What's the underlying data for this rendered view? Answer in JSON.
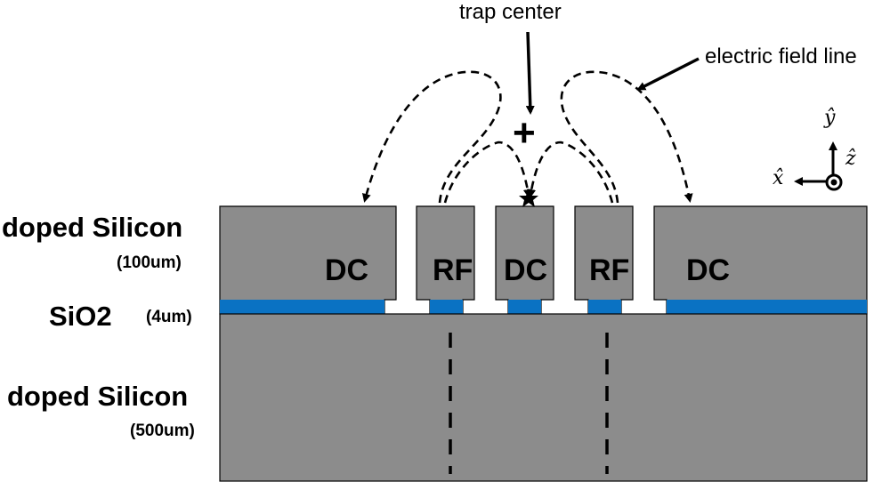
{
  "colors": {
    "silicon": "#8c8c8c",
    "oxide": "#0a72c3",
    "line": "#000000",
    "background": "#ffffff"
  },
  "layers": {
    "top_silicon": {
      "name": "doped Silicon",
      "thickness": "(100um)"
    },
    "oxide": {
      "name": "SiO2",
      "thickness": "(4um)"
    },
    "bottom_silicon": {
      "name": "doped Silicon",
      "thickness": "(500um)"
    }
  },
  "electrodes": [
    "DC",
    "RF",
    "DC",
    "RF",
    "DC"
  ],
  "annotations": {
    "trap_center": "trap center",
    "field_line": "electric field line",
    "trap_marker": "+"
  },
  "axes": {
    "y": "ŷ",
    "x": "x̂",
    "z": "ẑ"
  }
}
